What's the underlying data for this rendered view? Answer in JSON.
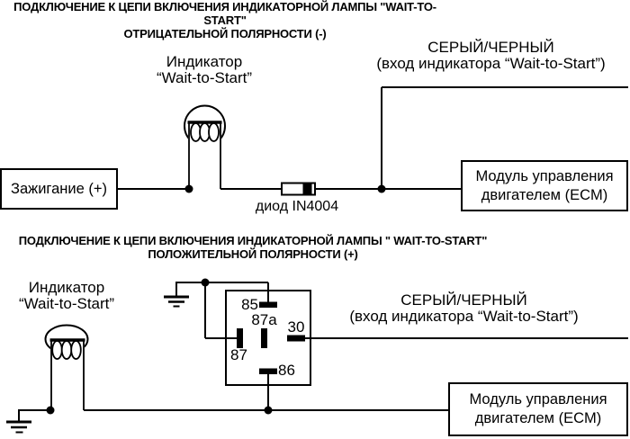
{
  "colors": {
    "line": "#000000",
    "background": "#ffffff"
  },
  "diagram_top": {
    "title_line1": "ПОДКЛЮЧЕНИЕ К ЦЕПИ ВКЛЮЧЕНИЯ ИНДИКАТОРНОЙ ЛАМПЫ \"WAIT-TO-START\"",
    "title_line2": "ОТРИЦАТЕЛЬНОЙ ПОЛЯРНОСТИ (-)",
    "indicator_label_line1": "Индикатор",
    "indicator_label_line2": "“Wait-to-Start”",
    "wire_label_line1": "СЕРЫЙ/ЧЕРНЫЙ",
    "wire_label_line2": "(вход индикатора “Wait-to-Start”)",
    "ignition_box_label": "Зажигание (+)",
    "diode_label": "диод IN4004",
    "ecm_box_line1": "Модуль управления",
    "ecm_box_line2": "двигателем (ECM)"
  },
  "diagram_bottom": {
    "title_line1": "ПОДКЛЮЧЕНИЕ К ЦЕПИ ВКЛЮЧЕНИЯ ИНДИКАТОРНОЙ ЛАМПЫ \" WAIT-TO-START\"",
    "title_line2": "ПОЛОЖИТЕЛЬНОЙ ПОЛЯРНОСТИ (+)",
    "indicator_label_line1": "Индикатор",
    "indicator_label_line2": "“Wait-to-Start”",
    "wire_label_line1": "СЕРЫЙ/ЧЕРНЫЙ",
    "wire_label_line2": "(вход индикатора “Wait-to-Start”)",
    "relay_pins": {
      "pin85": "85",
      "pin87a": "87a",
      "pin30": "30",
      "pin87": "87",
      "pin86": "86"
    },
    "ecm_box_line1": "Модуль управления",
    "ecm_box_line2": "двигателем (ECM)"
  }
}
